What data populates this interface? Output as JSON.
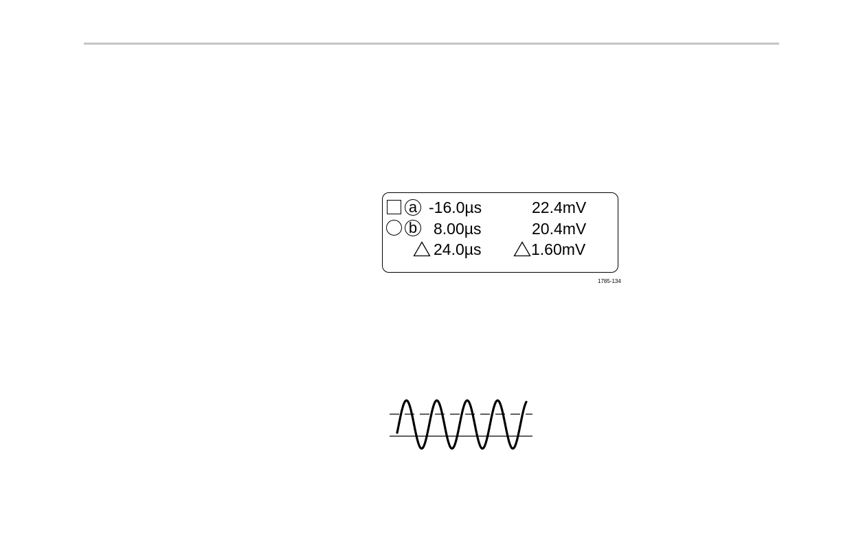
{
  "figures": {
    "readout": {
      "cursor_a_label": "a",
      "cursor_b_label": "b",
      "row_a_time": "-16.0µs",
      "row_a_volt": "22.4mV",
      "row_b_time": "8.00µs",
      "row_b_volt": "20.4mV",
      "delta_time": "24.0µs",
      "delta_volt": "1.60mV",
      "figure_id": "1785-134"
    },
    "waveform": {
      "icon": "sine-wave-with-cursor-lines",
      "cycles": 4
    }
  },
  "colors": {
    "rule": "#c4c4c4",
    "ink": "#000000"
  }
}
